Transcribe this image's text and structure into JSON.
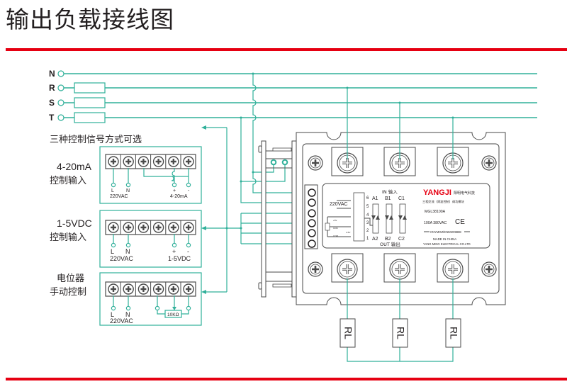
{
  "title": "输出负载接线图",
  "colors": {
    "accent_red": "#e60012",
    "wire_green": "#30b09a",
    "device_gray": "#4a4a4a",
    "brand_red": "#e60012"
  },
  "power_lines": [
    {
      "label": "N",
      "fuse": false
    },
    {
      "label": "R",
      "fuse": true
    },
    {
      "label": "S",
      "fuse": true
    },
    {
      "label": "T",
      "fuse": true
    }
  ],
  "control_options_heading": "三种控制信号方式可选",
  "control_options": [
    {
      "title_line1": "4-20mA",
      "title_line2": "控制输入",
      "labels": [
        "L",
        "N",
        "+",
        "-"
      ],
      "supply": "220VAC",
      "signal": "4-20mA"
    },
    {
      "title_line1": "1-5VDC",
      "title_line2": "控制输入",
      "labels": [
        "L",
        "N",
        "+",
        "-"
      ],
      "supply": "220VAC",
      "signal": "1-5VDC"
    },
    {
      "title_line1": "电位器",
      "title_line2": "手动控制",
      "labels": [
        "L",
        "N"
      ],
      "supply": "220VAC",
      "resistor": "10KΩ"
    }
  ],
  "module": {
    "brand": "YANGJI",
    "brand_cn": "阳明电气科技",
    "subtitle": "三相交流（周波控制）调功模块",
    "model": "MGL38100A",
    "rating": "100A 380VAC",
    "ce": "CE",
    "cert": "CNYMGZ/EN50209888",
    "made_in": "MADE IN CHINA",
    "company": "YANG MING ELECTRICAL CO.LTD",
    "in_label": "IN 输入",
    "out_label": "OUT 输出",
    "inputs": [
      "A1",
      "B1",
      "C1"
    ],
    "outputs": [
      "A2",
      "B2",
      "C2"
    ],
    "supply_label": "220VAC",
    "terminal_numbers": [
      "6",
      "5",
      "4",
      "3",
      "2",
      "1"
    ],
    "pin_tags": [
      "+5V",
      "CON",
      "COM",
      "1-5V"
    ]
  },
  "loads": [
    "RL",
    "RL",
    "RL"
  ]
}
